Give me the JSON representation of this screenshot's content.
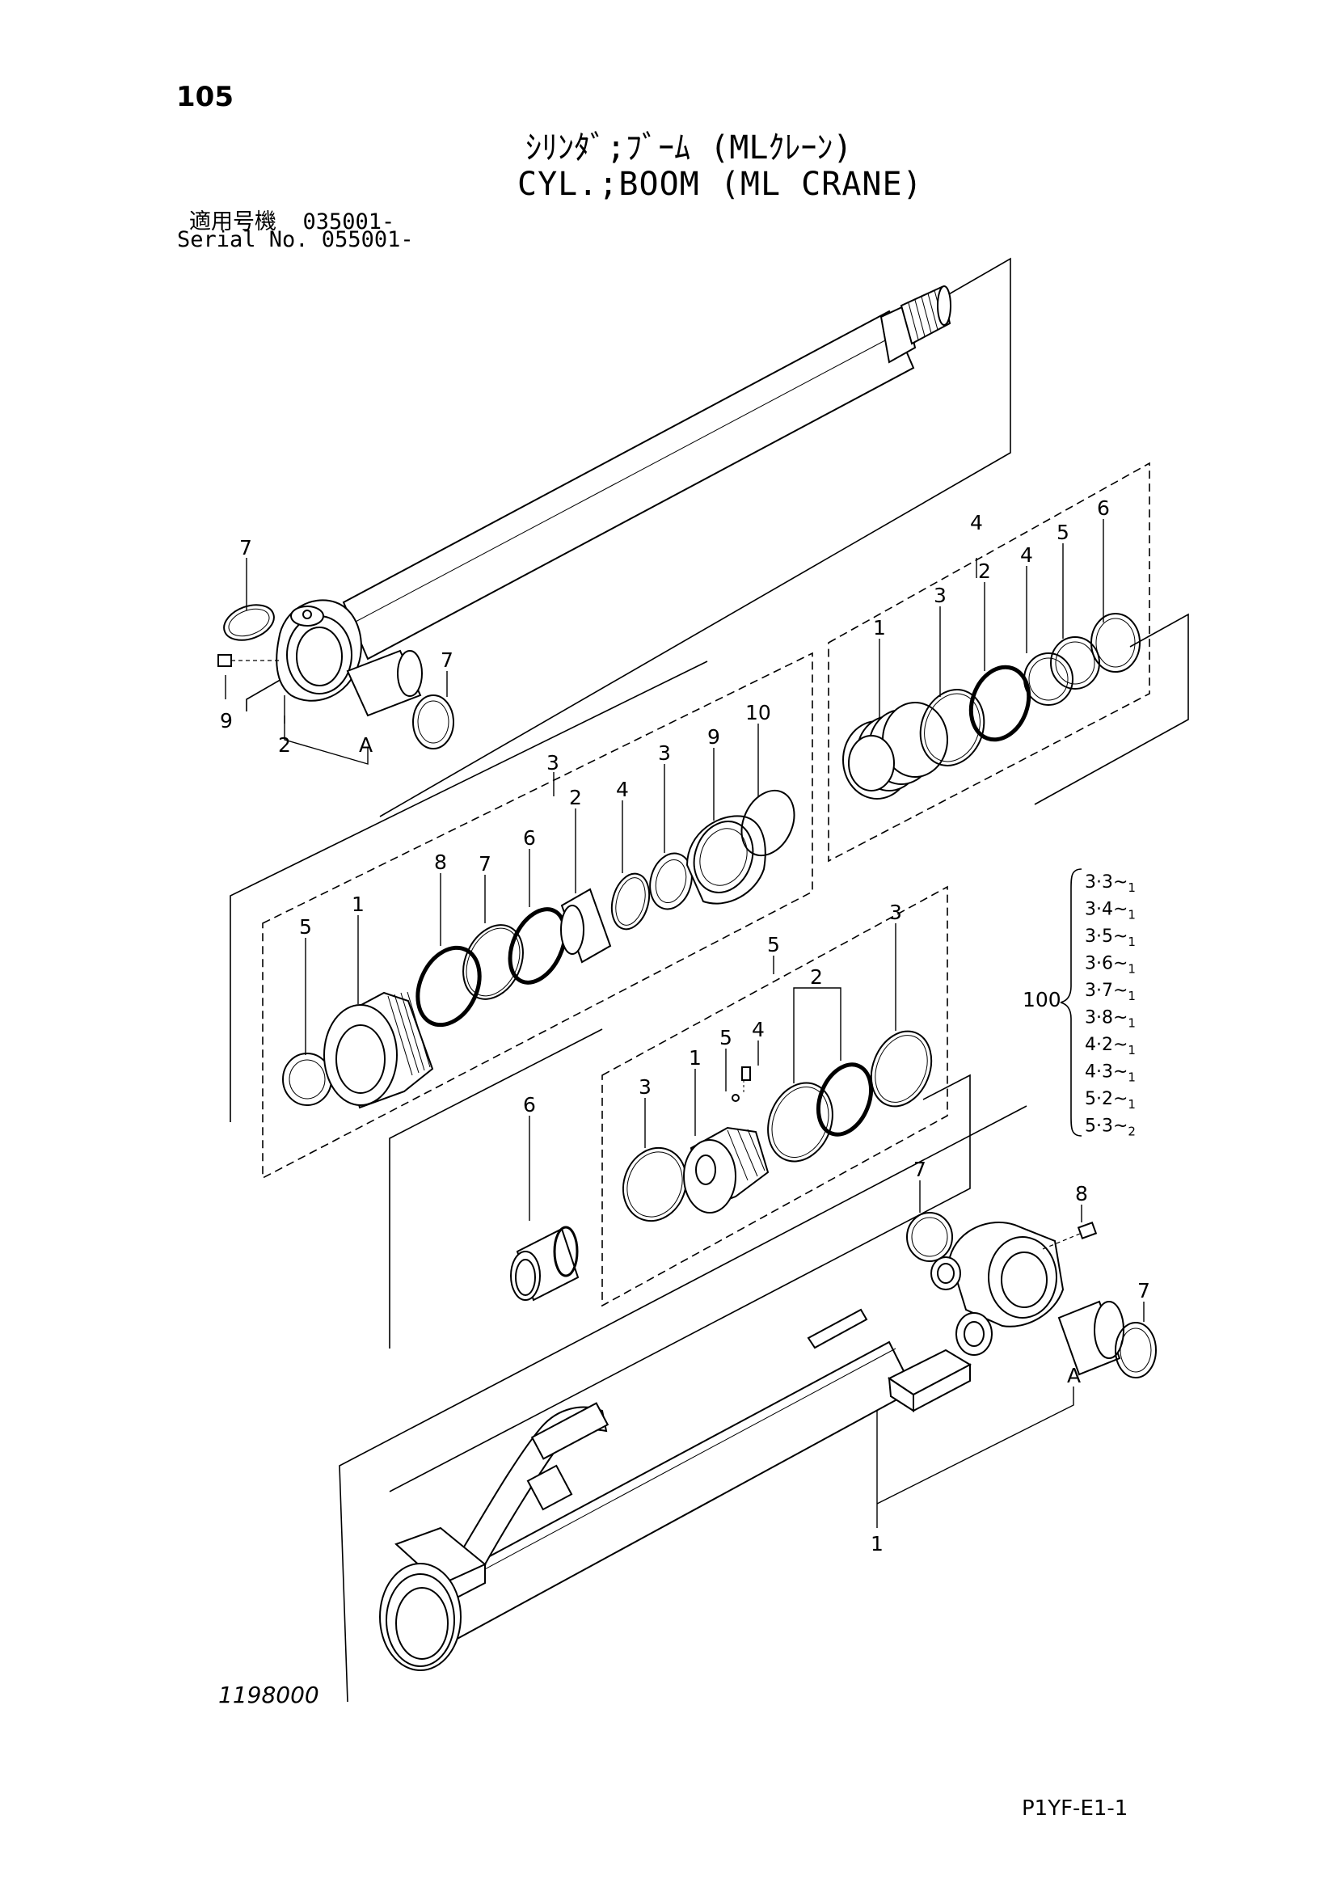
{
  "header": {
    "page_number": "105",
    "title_jp": "ｼﾘﾝﾀﾞ;ﾌﾞｰﾑ (MLｸﾚｰﾝ)",
    "title_en": "CYL.;BOOM (ML CRANE)",
    "serial_jp": "適用号機  035001-",
    "serial_en": "Serial No. 055001-"
  },
  "footer": {
    "drawing_number": "1198000",
    "page_code": "P1YF-E1-1"
  },
  "callouts": {
    "rod_7a": "7",
    "rod_9": "9",
    "rod_2": "2",
    "rod_a": "A",
    "rod_7b": "7",
    "k4_group": "4",
    "k4_1": "1",
    "k4_3": "3",
    "k4_2": "2",
    "k4_4": "4",
    "k4_5": "5",
    "k4_6": "6",
    "k3_group": "3",
    "k3_5": "5",
    "k3_1": "1",
    "k3_8": "8",
    "k3_7": "7",
    "k3_6": "6",
    "k3_2": "2",
    "k3_4": "4",
    "k3_3": "3",
    "k3_9": "9",
    "k3_10": "10",
    "k5_group": "5",
    "k5_3a": "3",
    "k5_1": "1",
    "k5_5": "5",
    "k5_4": "4",
    "k5_2": "2",
    "k5_3b": "3",
    "tube_6": "6",
    "tube_7a": "7",
    "tube_8": "8",
    "tube_7b": "7",
    "tube_a": "A",
    "tube_1": "1"
  },
  "kit": {
    "label": "100",
    "items": [
      {
        "main": "3·3~",
        "sub": "1"
      },
      {
        "main": "3·4~",
        "sub": "1"
      },
      {
        "main": "3·5~",
        "sub": "1"
      },
      {
        "main": "3·6~",
        "sub": "1"
      },
      {
        "main": "3·7~",
        "sub": "1"
      },
      {
        "main": "3·8~",
        "sub": "1"
      },
      {
        "main": "4·2~",
        "sub": "1"
      },
      {
        "main": "4·3~",
        "sub": "1"
      },
      {
        "main": "5·2~",
        "sub": "1"
      },
      {
        "main": "5·3~",
        "sub": "2"
      }
    ]
  }
}
